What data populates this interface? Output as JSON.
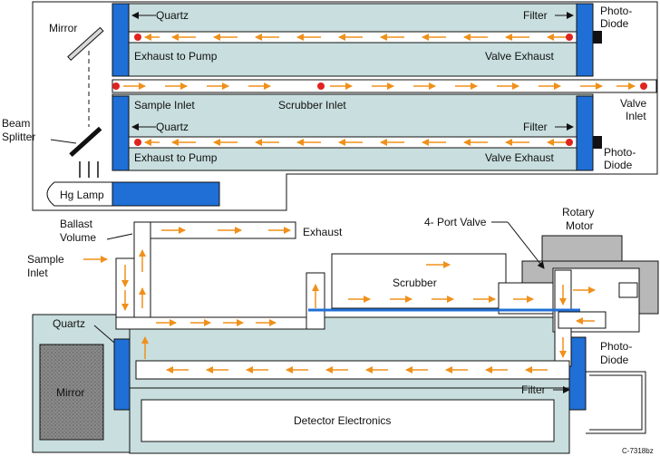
{
  "colors": {
    "panel": "#c9dede",
    "blue": "#1f6fd6",
    "arrow": "#f0901a",
    "dot": "#e0231e",
    "gray": "#b8b8b8",
    "dark": "#111111"
  },
  "labels": {
    "mirror_top": "Mirror",
    "beam": "Beam",
    "splitter": "Splitter",
    "hg_lamp": "Hg Lamp",
    "quartz_top": "Quartz",
    "filter_top": "Filter",
    "photo_top": "Photo-",
    "diode_top": "Diode",
    "exhaust_pump_1": "Exhaust to Pump",
    "valve_exhaust_1": "Valve Exhaust",
    "sample_inlet_top": "Sample Inlet",
    "scrubber_inlet": "Scrubber Inlet",
    "valve": "Valve",
    "inlet": "Inlet",
    "quartz_mid": "Quartz",
    "filter_mid": "Filter",
    "photo_mid": "Photo-",
    "diode_mid": "Diode",
    "exhaust_pump_2": "Exhaust to Pump",
    "valve_exhaust_2": "Valve Exhaust",
    "ballast": "Ballast",
    "volume": "Volume",
    "sample": "Sample",
    "inlet_bottom": "Inlet",
    "exhaust_bottom": "Exhaust",
    "four_port_valve": "4- Port Valve",
    "rotary": "Rotary",
    "motor": "Motor",
    "scrubber": "Scrubber",
    "quartz_bottom": "Quartz",
    "mirror_bottom": "Mirror",
    "photo_bottom": "Photo-",
    "diode_bottom": "Diode",
    "filter_bottom": "Filter",
    "detector_electronics": "Detector Electronics",
    "figure_code": "C-7318bz"
  }
}
